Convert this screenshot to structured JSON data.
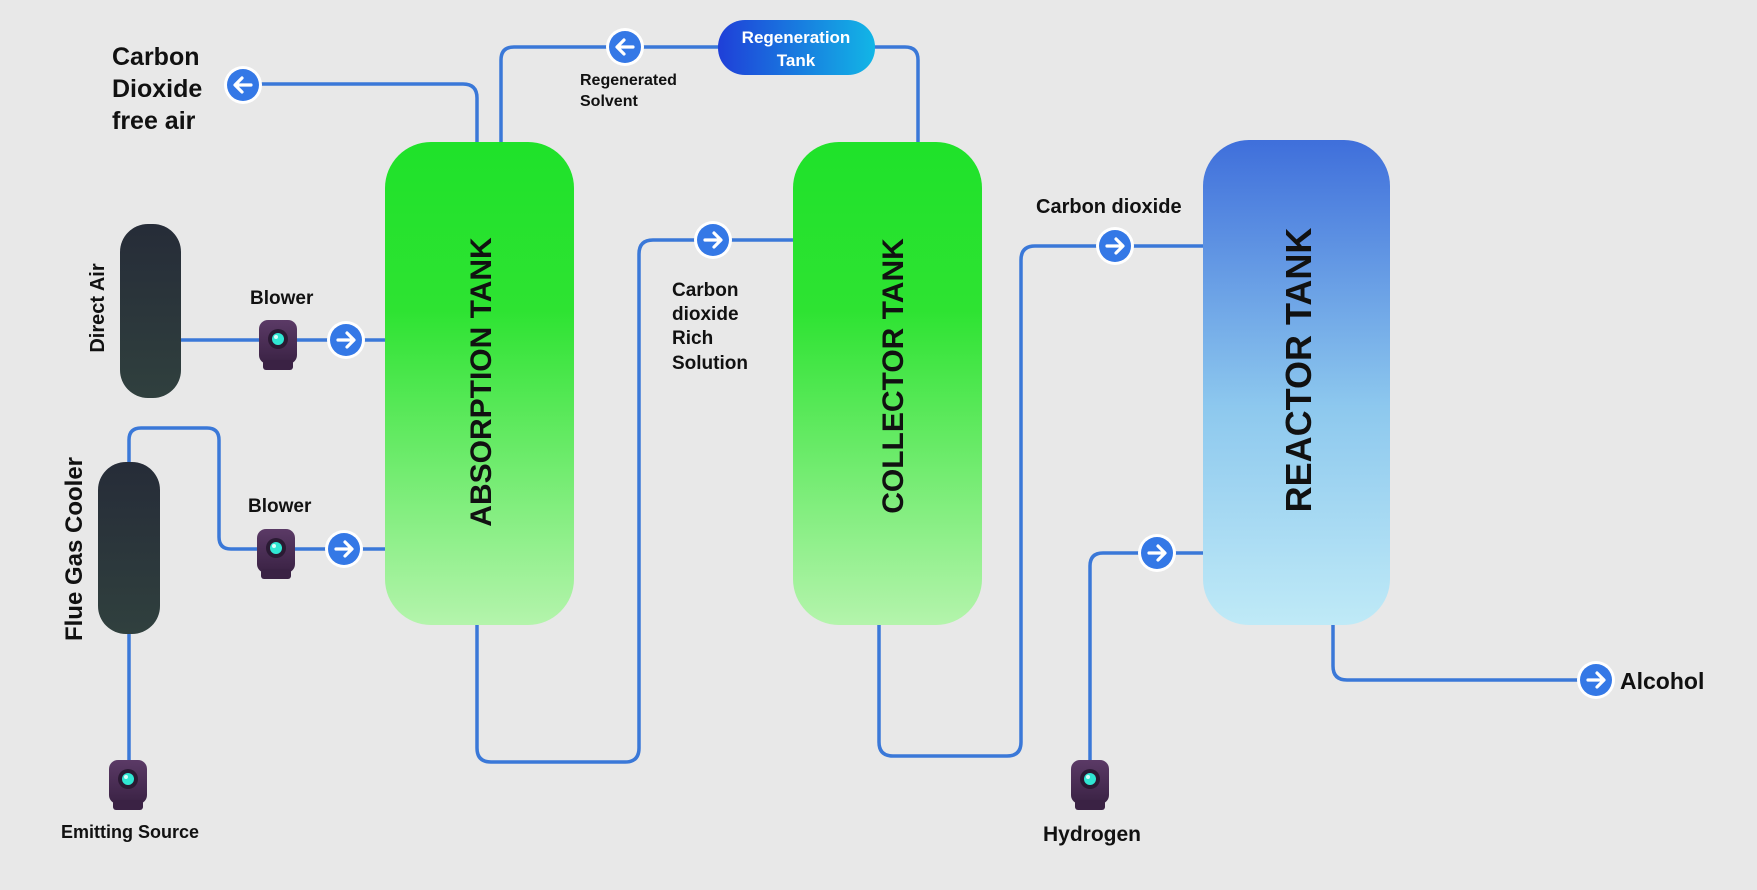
{
  "labels": {
    "co2_free_air": [
      "Carbon",
      "Dioxide",
      "free air"
    ],
    "regenerated_solvent": [
      "Regenerated",
      "Solvent"
    ],
    "regeneration_tank": [
      "Regeneration",
      "Tank"
    ],
    "direct_air": "Direct Air",
    "blower_top": "Blower",
    "blower_bottom": "Blower",
    "flue_gas_cooler": "Flue Gas Cooler",
    "emitting_source": "Emitting Source",
    "absorption_tank": "ABSORPTION TANK",
    "co2_rich_solution": [
      "Carbon",
      "dioxide",
      "Rich",
      "Solution"
    ],
    "collector_tank": "COLLECTOR TANK",
    "carbon_dioxide": "Carbon dioxide",
    "reactor_tank": "REACTOR TANK",
    "hydrogen": "Hydrogen",
    "alcohol": "Alcohol"
  },
  "colors": {
    "pipe": "#3a78d8",
    "arrow_fill": "#3478e6",
    "green_top": "#1fe22a",
    "green_bottom": "#b4f4ac",
    "blue_top": "#3f6fdb",
    "blue_bottom": "#bfeaf7",
    "dark_cylinder": "#2b3138",
    "regen_left": "#1f3fd8",
    "regen_right": "#12b6e6",
    "device_body": "#4b2d57",
    "device_lens": "#30e6d3"
  },
  "icons": {
    "flow_arrow": "arrow-circle-icon",
    "blower": "blower-device-icon"
  }
}
